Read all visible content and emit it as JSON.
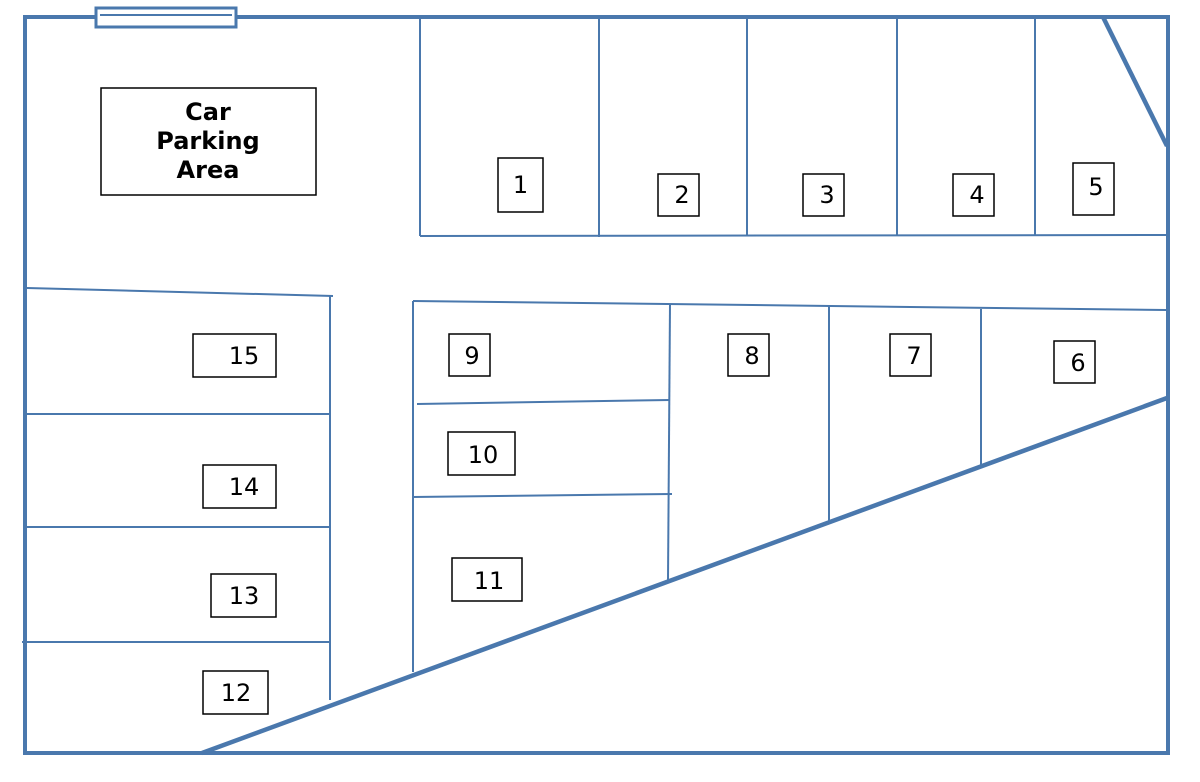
{
  "colors": {
    "line": "#4a78ad",
    "label_border": "#000000",
    "background": "#ffffff"
  },
  "parking_lot": {
    "title_lines": [
      "Car",
      "Parking",
      "Area"
    ]
  },
  "slots": [
    {
      "number": "1"
    },
    {
      "number": "2"
    },
    {
      "number": "3"
    },
    {
      "number": "4"
    },
    {
      "number": "5"
    },
    {
      "number": "6"
    },
    {
      "number": "7"
    },
    {
      "number": "8"
    },
    {
      "number": "9"
    },
    {
      "number": "10"
    },
    {
      "number": "11"
    },
    {
      "number": "12"
    },
    {
      "number": "13"
    },
    {
      "number": "14"
    },
    {
      "number": "15"
    }
  ]
}
